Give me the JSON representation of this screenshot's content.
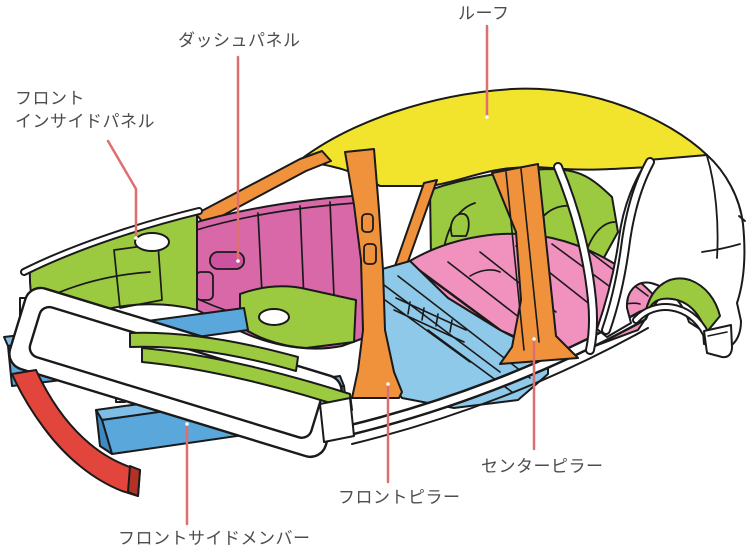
{
  "diagram": {
    "labels": [
      {
        "id": "roof",
        "text": "ルーフ",
        "part_color": "#F2E42C"
      },
      {
        "id": "dash-panel",
        "text": "ダッシュパネル",
        "part_color": "#D968A9"
      },
      {
        "id": "front-inside-panel",
        "text": "フロント\nインサイドパネル",
        "part_color": "#9BC93F"
      },
      {
        "id": "front-side-member",
        "text": "フロントサイドメンバー",
        "part_color": "#5AA7DB"
      },
      {
        "id": "front-pillar",
        "text": "フロントピラー",
        "part_color": "#F0913C"
      },
      {
        "id": "center-pillar",
        "text": "センターピラー",
        "part_color": "#F0913C"
      }
    ],
    "colors": {
      "roof_yellow": "#F2E42C",
      "pillar_orange": "#F0913C",
      "dash_magenta": "#D968A9",
      "dash_accent": "#CE539E",
      "floor_pink": "#F192BE",
      "panel_green": "#9BC93F",
      "member_blue": "#5AA7DB",
      "member_blue_top": "#7FBCE6",
      "member_blue_dark": "#3E88C4",
      "floor_blue": "#8FC9EA",
      "bumper_red": "#E1453C",
      "bumper_red_dark": "#B23228",
      "body_white": "#ffffff",
      "outline": "#1a1a1a",
      "leader": "#DD6F6F",
      "label_text": "#4d4d4d"
    }
  }
}
